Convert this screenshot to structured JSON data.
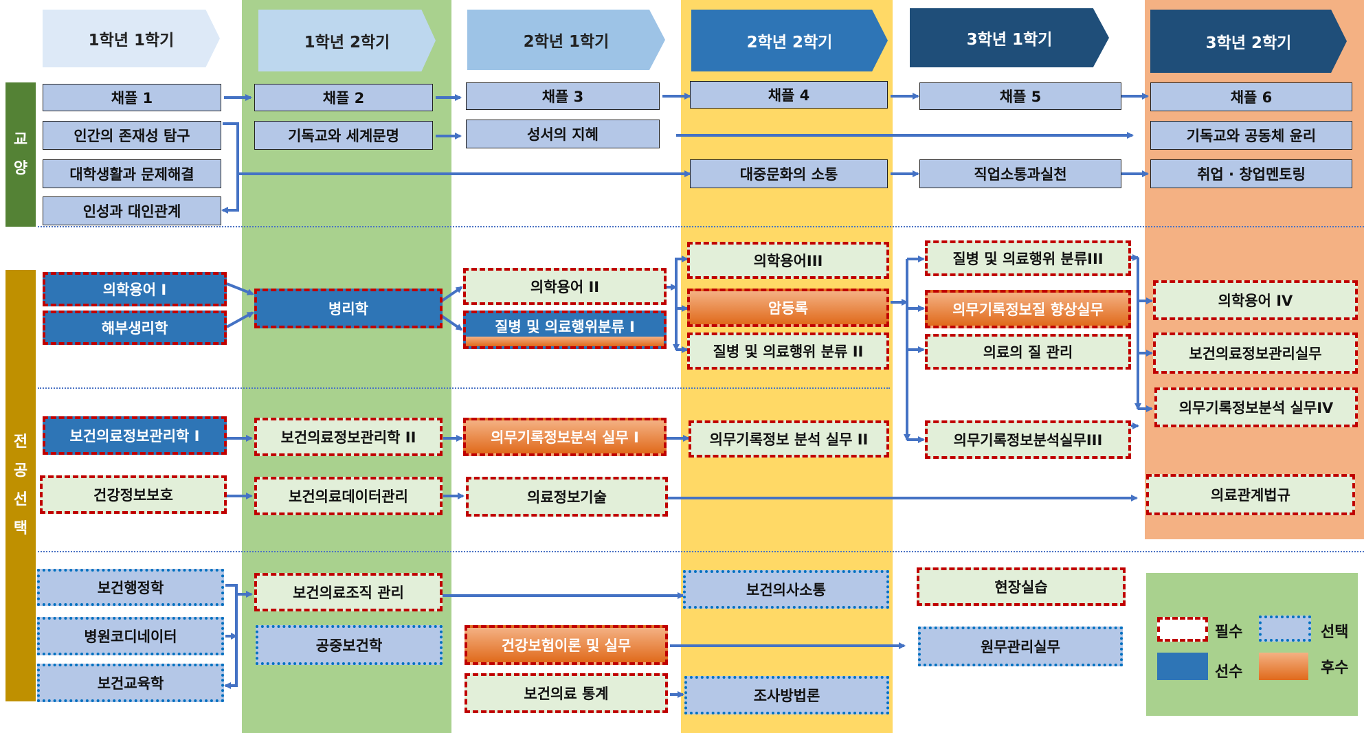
{
  "headers": [
    {
      "label": "1학년 1학기",
      "bg": "#dde9f7",
      "color": "#222222"
    },
    {
      "label": "1학년 2학기",
      "bg": "#bdd7ee",
      "color": "#222222"
    },
    {
      "label": "2학년 1학기",
      "bg": "#9dc3e6",
      "color": "#222222"
    },
    {
      "label": "2학년 2학기",
      "bg": "#2e75b6",
      "color": "#ffffff"
    },
    {
      "label": "3학년 1학기",
      "bg": "#1f4e79",
      "color": "#ffffff"
    },
    {
      "label": "3학년 2학기",
      "bg": "#1f4e79",
      "color": "#ffffff"
    }
  ],
  "categories": {
    "general": {
      "chars": [
        "교",
        "양"
      ],
      "color": "#548235"
    },
    "major": {
      "chars": [
        "전",
        "공",
        "선",
        "택"
      ],
      "color": "#bf9000"
    }
  },
  "column_colors": {
    "col2": "#a9d18e",
    "col4": "#ffd966",
    "col6": "#f4b183"
  },
  "general": {
    "row1": [
      "채플 1",
      "채플 2",
      "채플 3",
      "채플 4",
      "채플 5",
      "채플 6"
    ],
    "y1_existence": "인간의 존재성 탐구",
    "y1_college_life": "대학생활과 문제해결",
    "y1_personality": "인성과 대인관계",
    "christian_world": "기독교와 세계문명",
    "bible_wisdom": "성서의 지혜",
    "christian_ethics": "기독교와 공동체 윤리",
    "pop_culture": "대중문화의 소통",
    "job_practice": "직업소통과실천",
    "startup_mentoring": "취업 · 창업멘토링"
  },
  "major": {
    "term1": "의학용어 I",
    "anatomy": "해부생리학",
    "pathology": "병리학",
    "term2": "의학용어 II",
    "disease1": "질병 및 의료행위분류 I",
    "term3": "의학용어III",
    "cancer": "암등록",
    "disease2": "질병 및 의료행위 분류 II",
    "disease3": "질병 및 의료행위 분류III",
    "record_quality": "의무기록정보질 향상실무",
    "quality_mgmt": "의료의 질 관리",
    "term4": "의학용어 IV",
    "him_practice": "보건의료정보관리실무",
    "him1": "보건의료정보관리학 I",
    "him2": "보건의료정보관리학 II",
    "analysis1": "의무기록정보분석 실무 I",
    "analysis2": "의무기록정보 분석 실무 II",
    "analysis3": "의무기록정보분석실무III",
    "analysis4": "의무기록정보분석 실무IV",
    "privacy": "건강정보보호",
    "data_mgmt": "보건의료데이터관리",
    "info_tech": "의료정보기술",
    "medical_law": "의료관계법규",
    "admin": "보건행정학",
    "coordinator": "병원코디네이터",
    "education": "보건교육학",
    "org_mgmt": "보건의료조직 관리",
    "public_health": "공중보건학",
    "insurance": "건강보험이론 및 실무",
    "statistics": "보건의료 통계",
    "communication": "보건의사소통",
    "research": "조사방법론",
    "field": "현장실습",
    "billing": "원무관리실무"
  },
  "legend": {
    "required": "필수",
    "elective": "선택",
    "prerequisite": "선수",
    "subsequent": "후수"
  }
}
